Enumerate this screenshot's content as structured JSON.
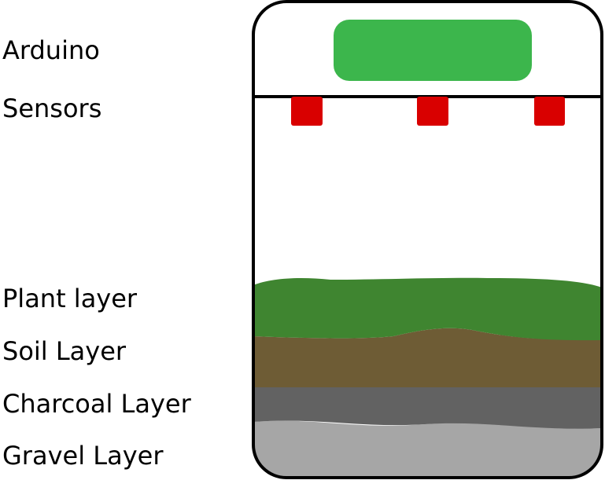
{
  "labels": {
    "arduino": "Arduino",
    "sensors": "Sensors",
    "plant": "Plant layer",
    "soil": "Soil Layer",
    "charcoal": "Charcoal Layer",
    "gravel": "Gravel Layer"
  },
  "components": {
    "arduino_board": {
      "icon": "arduino-board",
      "color": "#3cb64c"
    },
    "sensors": {
      "icon": "sensor",
      "count": 3,
      "color": "#d90000"
    }
  },
  "layers": [
    {
      "name": "plant",
      "color": "#3f8530"
    },
    {
      "name": "soil",
      "color": "#6e5c35"
    },
    {
      "name": "charcoal",
      "color": "#626262"
    },
    {
      "name": "gravel",
      "color": "#a6a6a6"
    }
  ],
  "container": {
    "outline_color": "#000000",
    "fill": "#ffffff"
  }
}
